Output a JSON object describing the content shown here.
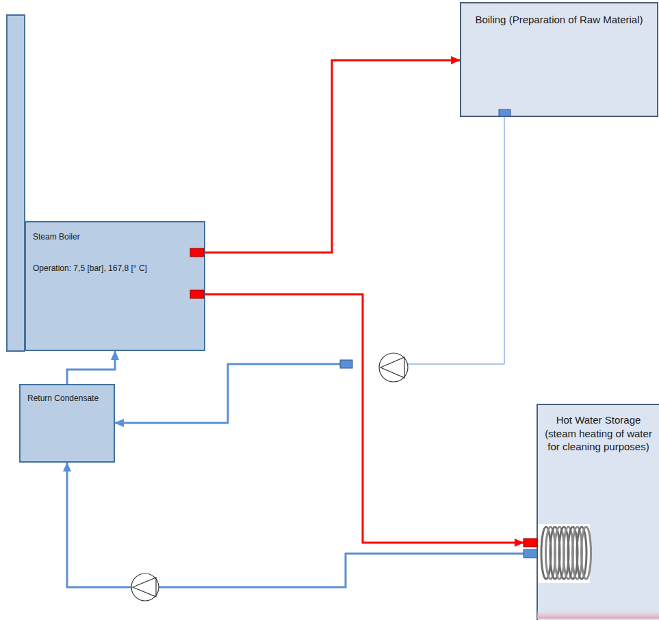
{
  "diagram": {
    "nodes": [
      {
        "text": [
          "Steam Boiler",
          "Operation: 7,5 [bar], 167,8 [° C]"
        ]
      },
      {
        "text": [
          "Boiling (Preparation of Raw Material)"
        ]
      },
      {
        "text": [
          "Return Condensate"
        ]
      },
      {
        "text": [
          "Hot Water Storage (steam heating of water for cleaning purposes)"
        ]
      }
    ],
    "edges": [
      {
        "from": 0,
        "to": 1,
        "arrow": "to"
      },
      {
        "from": 0,
        "to": 3,
        "arrow": "to"
      },
      {
        "from": 3,
        "to": 2,
        "arrow": "to"
      },
      {
        "from": 1,
        "to": 2,
        "arrow": "to"
      },
      {
        "from": 2,
        "to": 0,
        "arrow": "to"
      }
    ]
  }
}
